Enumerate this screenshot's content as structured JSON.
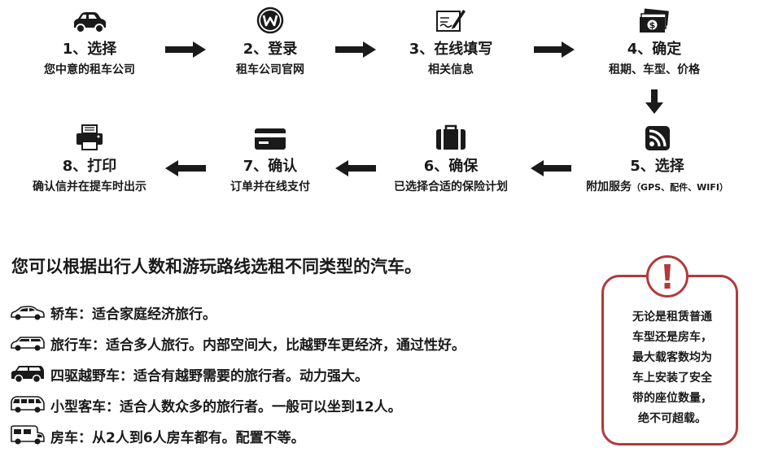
{
  "steps": [
    {
      "id": 1,
      "title": "1、选择",
      "desc": "您中意的租车公司",
      "icon": "car-icon"
    },
    {
      "id": 2,
      "title": "2、登录",
      "desc": "租车公司官网",
      "icon": "web-icon"
    },
    {
      "id": 3,
      "title": "3、在线填写",
      "desc": "相关信息",
      "icon": "form-pen-icon"
    },
    {
      "id": 4,
      "title": "4、确定",
      "desc": "租期、车型、价格",
      "icon": "money-icon"
    },
    {
      "id": 5,
      "title": "5、选择",
      "desc": "附加服务",
      "desc_small": "（GPS、配件、WIFI）",
      "icon": "rss-icon"
    },
    {
      "id": 6,
      "title": "6、确保",
      "desc": "已选择合适的保险计划",
      "icon": "briefcase-icon"
    },
    {
      "id": 7,
      "title": "7、确认",
      "desc": "订单并在线支付",
      "icon": "credit-card-icon"
    },
    {
      "id": 8,
      "title": "8、打印",
      "desc": "确认信并在提车时出示",
      "icon": "printer-icon"
    }
  ],
  "heading": "您可以根据出行人数和游玩路线选租不同类型的汽车。",
  "car_types": [
    {
      "icon": "sedan-icon",
      "text": "轿车：适合家庭经济旅行。"
    },
    {
      "icon": "wagon-icon",
      "text": "旅行车：适合多人旅行。内部空间大，比越野车更经济，通过性好。"
    },
    {
      "icon": "suv-icon",
      "text": "四驱越野车：适合有越野需要的旅行者。动力强大。"
    },
    {
      "icon": "minibus-icon",
      "text": "小型客车：适合人数众多的旅行者。一般可以坐到12人。"
    },
    {
      "icon": "rv-icon",
      "text": "房车：从2人到6人房车都有。配置不等。"
    }
  ],
  "warning": {
    "icon": "exclamation-icon",
    "color": "#b23a3a",
    "lines": [
      "无论是租赁普通",
      "车型还是房车，",
      "最大载客数均为",
      "车上安装了安全",
      "带的座位数量，",
      "绝不可超载。"
    ]
  }
}
